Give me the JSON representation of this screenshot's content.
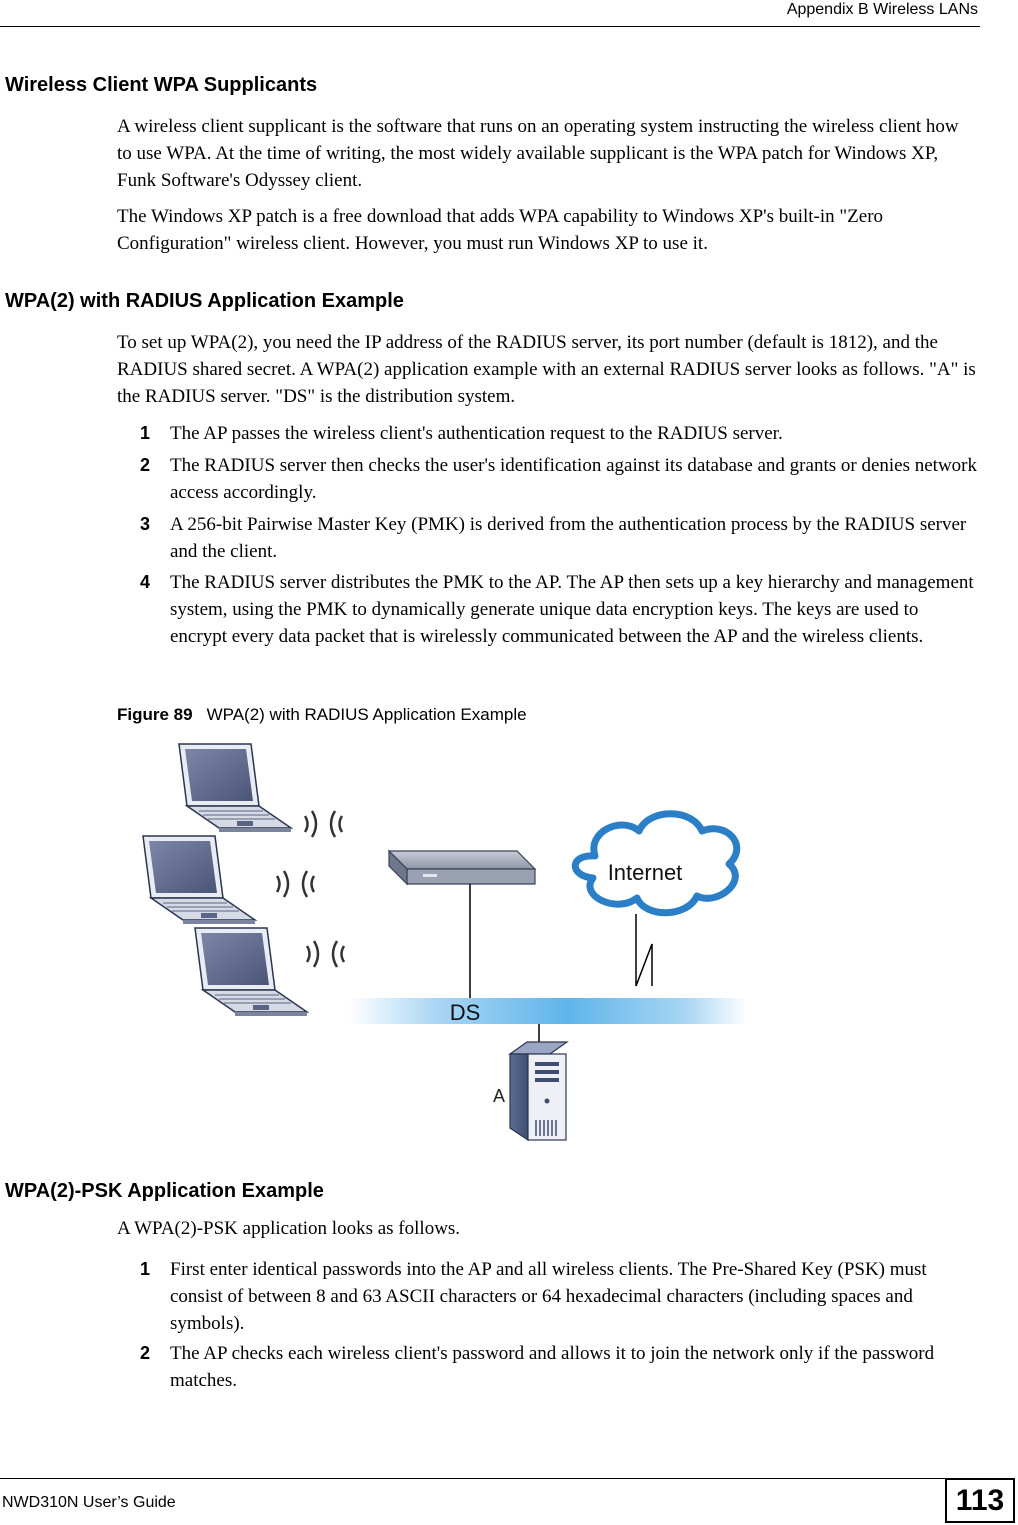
{
  "header": {
    "title": "Appendix B Wireless LANs"
  },
  "section1": {
    "heading": "Wireless Client WPA Supplicants",
    "paragraphs": [
      "A wireless client supplicant is the software that runs on an operating system instructing the wireless client how to use WPA. At the time of writing, the most widely available supplicant is the WPA patch for Windows XP, Funk Software's Odyssey client.",
      "The Windows XP patch is a free download that adds WPA capability to Windows XP's built-in \"Zero Configuration\" wireless client. However, you must run Windows XP to use it."
    ]
  },
  "section2": {
    "heading": "WPA(2) with RADIUS Application Example",
    "intro": "To set up WPA(2), you need the IP address of the RADIUS server, its port number (default is 1812), and the RADIUS shared secret. A WPA(2) application example with an external RADIUS server looks as follows. \"A\" is the RADIUS server. \"DS\" is the distribution system.",
    "steps": [
      {
        "num": "1",
        "text": "The AP passes the wireless client's authentication request to the RADIUS server."
      },
      {
        "num": "2",
        "text": "The RADIUS server then checks the user's identification against its database and grants or denies network access accordingly."
      },
      {
        "num": "3",
        "text": "A 256-bit Pairwise Master Key (PMK) is derived from the authentication process by the RADIUS server and the client."
      },
      {
        "num": "4",
        "text": "The RADIUS server distributes the PMK to the AP. The AP then sets up a key hierarchy and management system, using the PMK to dynamically generate unique data encryption keys. The keys are used to encrypt every data packet that is wirelessly communicated between the AP and the wireless clients."
      }
    ],
    "figure": {
      "label": "Figure 89",
      "title": "WPA(2) with RADIUS Application Example",
      "cloud_label": "Internet",
      "ds_label": "DS",
      "server_label": "A"
    }
  },
  "section3": {
    "heading": "WPA(2)-PSK Application Example",
    "intro": "A WPA(2)-PSK application looks as follows.",
    "steps": [
      {
        "num": "1",
        "text": "First enter identical passwords into the AP and all wireless clients. The Pre-Shared Key (PSK) must consist of between 8 and 63 ASCII characters or 64 hexadecimal characters (including spaces and symbols)."
      },
      {
        "num": "2",
        "text": "The AP checks each wireless client's password and allows it to join the network only if the password matches."
      }
    ]
  },
  "footer": {
    "guide_title": "NWD310N User’s Guide",
    "page_number": "113"
  }
}
